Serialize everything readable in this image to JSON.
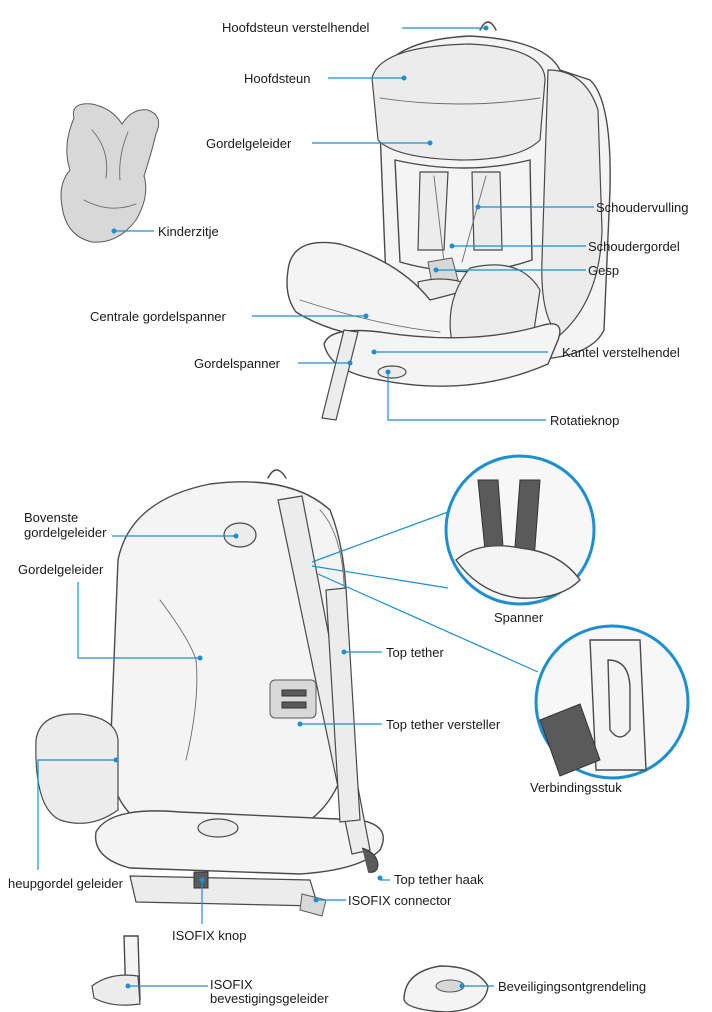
{
  "colors": {
    "leader": "#1b8fd0",
    "outline": "#4a4a4a",
    "strap": "#5a5a5a"
  },
  "labels": {
    "hoofdsteun_verstelhendel": "Hoofdsteun verstelhendel",
    "hoofdsteun": "Hoofdsteun",
    "gordelgeleider_top": "Gordelgeleider",
    "kinderzitje": "Kinderzitje",
    "schoudervulling": "Schoudervulling",
    "schoudergordel": "Schoudergordel",
    "gesp": "Gesp",
    "centrale_gordelspanner": "Centrale gordelspanner",
    "gordelspanner": "Gordelspanner",
    "kantel_verstelhendel": "Kantel verstelhendel",
    "rotatieknop": "Rotatieknop",
    "bovenste_gordelgeleider": "Bovenste gordelgeleider",
    "gordelgeleider_back": "Gordelgeleider",
    "spanner": "Spanner",
    "top_tether": "Top tether",
    "top_tether_versteller": "Top tether versteller",
    "verbindingsstuk": "Verbindingsstuk",
    "heupgordel_geleider": "heupgordel geleider",
    "top_tether_haak": "Top tether haak",
    "isofix_connector": "ISOFIX connector",
    "isofix_knop": "ISOFIX knop",
    "isofix_bevestigingsgeleider": "ISOFIX bevestigingsgeleider",
    "beveiligingsontgrendeling": "Beveiligingsontgrendeling"
  }
}
